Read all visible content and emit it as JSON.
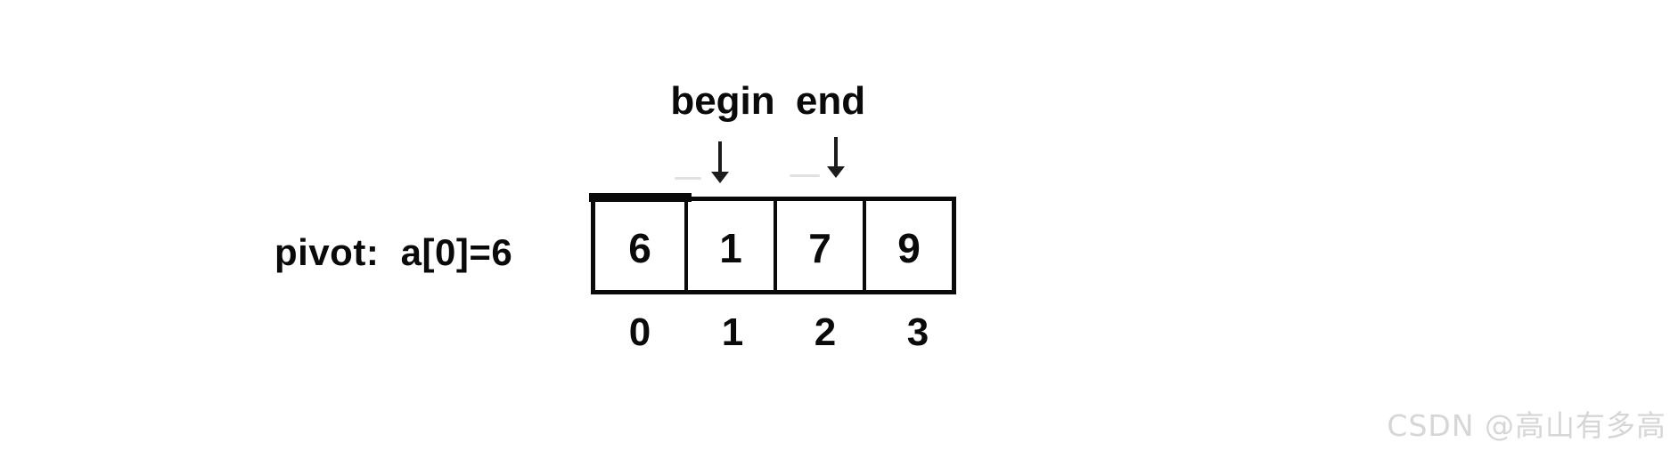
{
  "diagram": {
    "pivot_label": "pivot:  a[0]=6",
    "pointers": [
      {
        "label": "begin",
        "target_index": 1
      },
      {
        "label": "end",
        "target_index": 2
      }
    ],
    "array": {
      "values": [
        "6",
        "1",
        "7",
        "9"
      ],
      "indices": [
        "0",
        "1",
        "2",
        "3"
      ]
    },
    "colors": {
      "ink": "#0a0a0a",
      "background": "#ffffff",
      "watermark": "#d6d6d6"
    }
  },
  "watermark": {
    "text": "CSDN @高山有多高"
  }
}
